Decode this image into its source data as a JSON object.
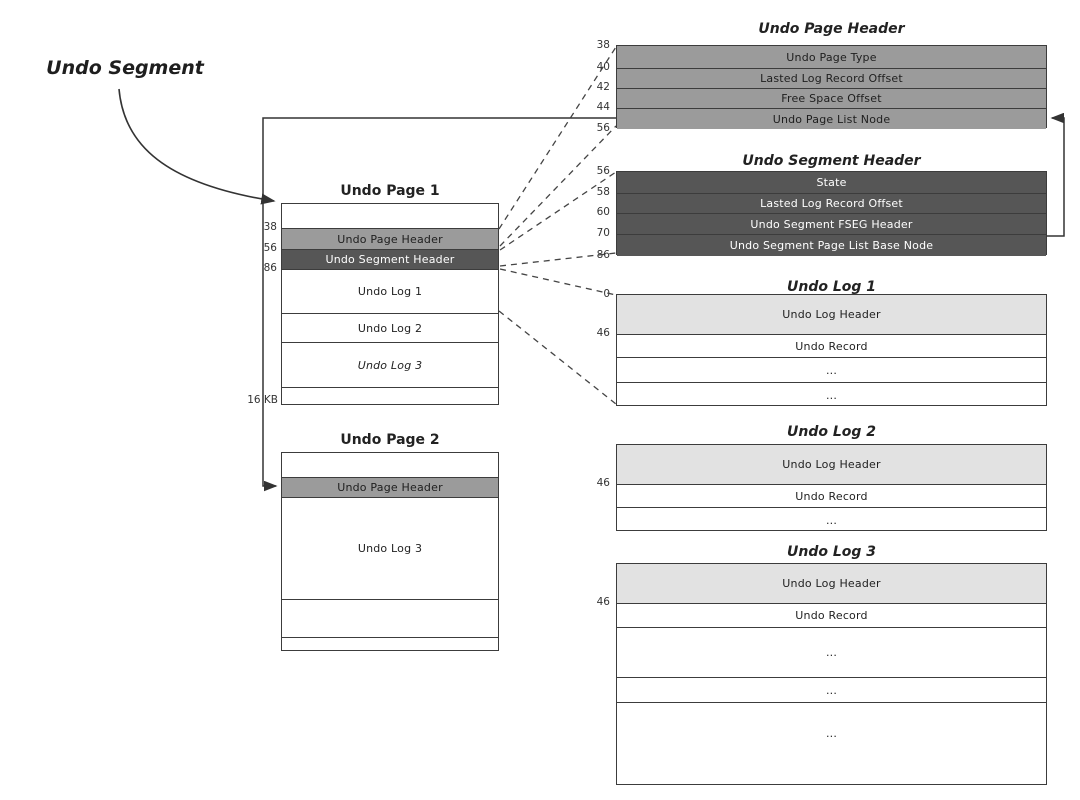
{
  "colors": {
    "medium_gray": "#9b9b9b",
    "dark_gray": "#565656",
    "light_gray": "#e2e2e2",
    "line": "#333333"
  },
  "annotation": {
    "label": "Undo Segment"
  },
  "undo_page_1": {
    "title": "Undo Page 1",
    "rows": [
      {
        "label": ""
      },
      {
        "label": "Undo Page Header"
      },
      {
        "label": "Undo Segment Header"
      },
      {
        "label": "Undo Log 1"
      },
      {
        "label": "Undo Log 2"
      },
      {
        "label": "Undo Log 3"
      },
      {
        "label": ""
      }
    ],
    "side_labels": [
      "38",
      "56",
      "86",
      "16 KB"
    ]
  },
  "undo_page_2": {
    "title": "Undo Page 2",
    "rows": [
      {
        "label": ""
      },
      {
        "label": "Undo Page Header"
      },
      {
        "label": "Undo Log 3"
      },
      {
        "label": ""
      },
      {
        "label": ""
      }
    ]
  },
  "undo_page_header_detail": {
    "title": "Undo Page Header",
    "rows": [
      "Undo Page Type",
      "Lasted Log Record Offset",
      "Free Space Offset",
      "Undo Page List Node"
    ],
    "side_labels": [
      "38",
      "40",
      "42",
      "44",
      "56"
    ]
  },
  "undo_segment_header_detail": {
    "title": "Undo Segment Header",
    "rows": [
      "State",
      "Lasted Log Record Offset",
      "Undo Segment FSEG Header",
      "Undo Segment Page List Base Node"
    ],
    "side_labels": [
      "56",
      "58",
      "60",
      "70",
      "86"
    ]
  },
  "undo_log_1": {
    "title": "Undo Log 1",
    "rows": [
      "Undo Log Header",
      "Undo Record",
      "...",
      "..."
    ],
    "side_labels": [
      "0",
      "46"
    ]
  },
  "undo_log_2": {
    "title": "Undo Log 2",
    "rows": [
      "Undo Log Header",
      "Undo Record",
      "..."
    ],
    "side_labels": [
      "46"
    ]
  },
  "undo_log_3": {
    "title": "Undo Log 3",
    "rows": [
      "Undo Log Header",
      "Undo Record",
      "...",
      "...",
      "..."
    ],
    "side_labels": [
      "46"
    ]
  }
}
